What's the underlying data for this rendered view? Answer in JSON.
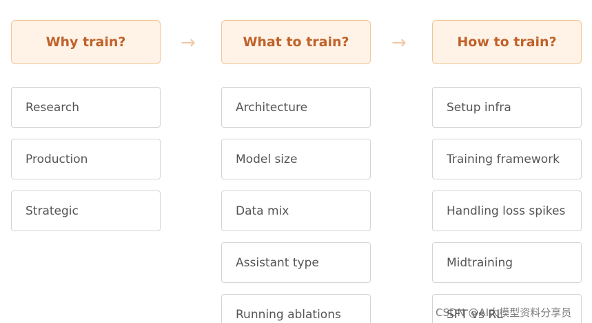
{
  "columns": [
    {
      "header": "Why train?",
      "items": [
        "Research",
        "Production",
        "Strategic"
      ]
    },
    {
      "header": "What to train?",
      "items": [
        "Architecture",
        "Model size",
        "Data mix",
        "Assistant type",
        "Running ablations"
      ]
    },
    {
      "header": "How to train?",
      "items": [
        "Setup infra",
        "Training framework",
        "Handling loss spikes",
        "Midtraining",
        "SFT vs RL"
      ]
    }
  ],
  "arrows": [
    "→",
    "→"
  ],
  "watermark": "CSDN @AI大模型资料分享员",
  "colors": {
    "header_text": "#c0612b",
    "header_bg": "#fef3e6",
    "header_border": "#f2c596",
    "arrow": "#f0c7a4",
    "item_border": "#d4d4d4",
    "item_text": "#555555"
  }
}
